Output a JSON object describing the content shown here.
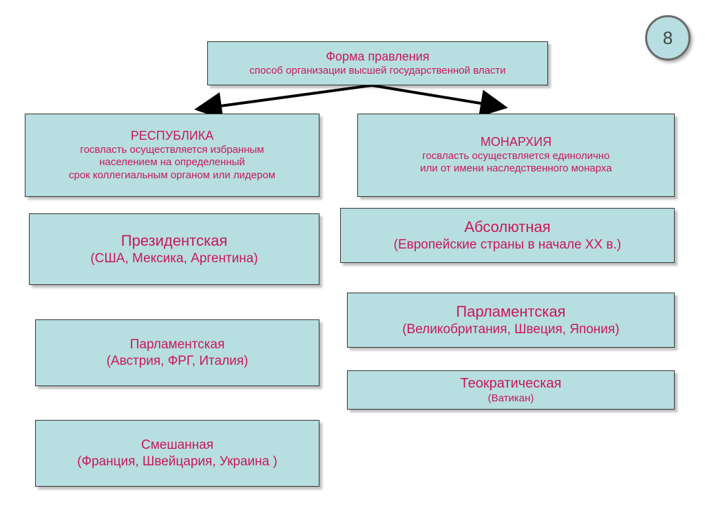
{
  "slide": {
    "number": "8"
  },
  "top": {
    "title": "Форма правления",
    "subtitle": "способ организации высшей государственной власти"
  },
  "republic": {
    "title": "РЕСПУБЛИКА",
    "desc": [
      "госвласть осуществляется избранным",
      "населением на определенный",
      "срок коллегиальным органом или лидером"
    ],
    "types": [
      {
        "name": "Президентская",
        "examples": "(США, Мексика, Аргентина)"
      },
      {
        "name": "Парламентская",
        "examples": "(Австрия, ФРГ, Италия)"
      },
      {
        "name": "Смешанная",
        "examples": "(Франция, Швейцария, Украина )"
      }
    ]
  },
  "monarchy": {
    "title": "МОНАРХИЯ",
    "desc": [
      "госвласть осуществляется единолично",
      "или от имени наследственного монарха"
    ],
    "types": [
      {
        "name": "Абсолютная",
        "examples": "(Европейские страны в начале XX в.)"
      },
      {
        "name": "Парламентская",
        "examples": "(Великобритания, Швеция, Япония)"
      },
      {
        "name": "Теократическая",
        "examples": "(Ватикан)"
      }
    ]
  },
  "colors": {
    "box_fill": "#b7dee0",
    "text": "#c8185a",
    "border": "#333333"
  }
}
